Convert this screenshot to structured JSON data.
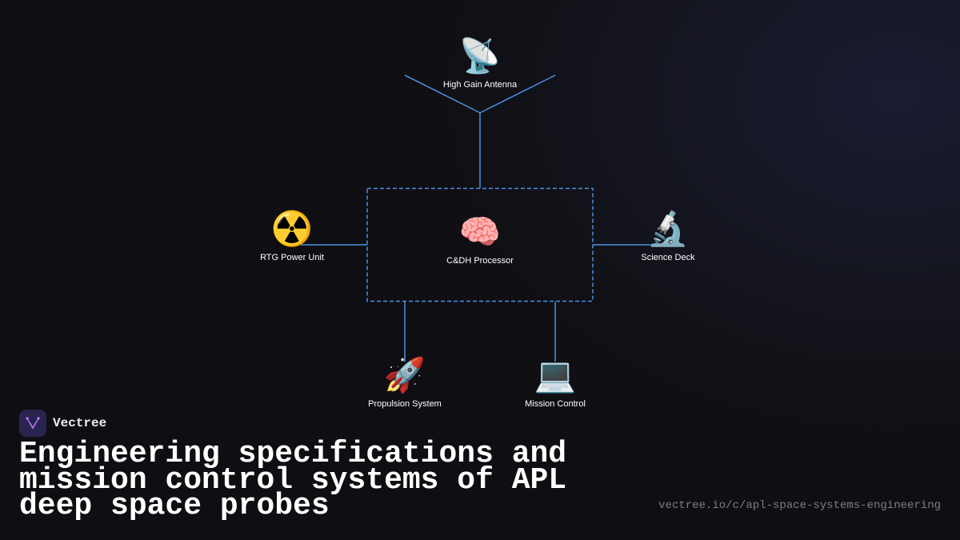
{
  "diagram": {
    "colors": {
      "line": "#4a90e2",
      "box_border": "#4a90e2"
    },
    "nodes": {
      "antenna": {
        "icon": "satellite-antenna-icon",
        "glyph": "📡",
        "label": "High Gain Antenna"
      },
      "processor": {
        "icon": "brain-icon",
        "glyph": "🧠",
        "label": "C&DH Processor"
      },
      "rtg": {
        "icon": "radioactive-icon",
        "glyph": "☢️",
        "label": "RTG Power Unit"
      },
      "science": {
        "icon": "microscope-icon",
        "glyph": "🔬",
        "label": "Science Deck"
      },
      "propulsion": {
        "icon": "rocket-icon",
        "glyph": "🚀",
        "label": "Propulsion System"
      },
      "mission": {
        "icon": "laptop-icon",
        "glyph": "💻",
        "label": "Mission Control"
      }
    }
  },
  "brand": {
    "name": "Vectree",
    "logo_color": "#2a2550",
    "logo_icon": "vectree-logo-icon"
  },
  "headline": "Engineering specifications and mission control systems of APL deep space probes",
  "url": "vectree.io/c/apl-space-systems-engineering"
}
